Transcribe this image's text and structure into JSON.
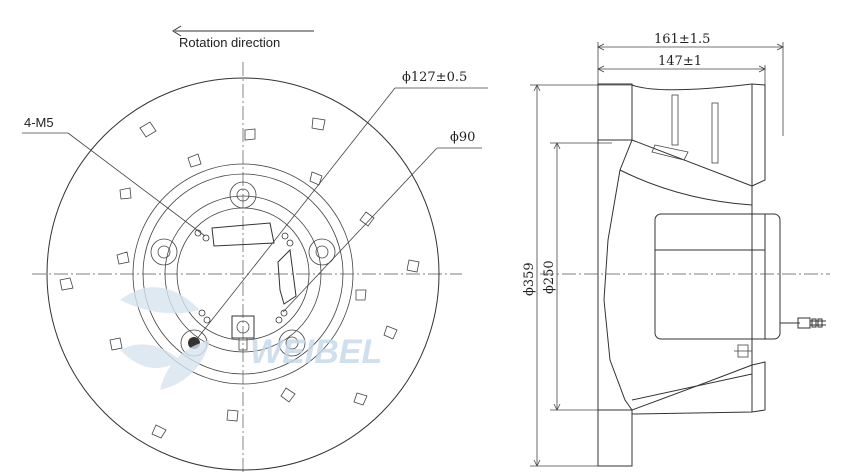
{
  "front_view": {
    "rotation_label": "Rotation direction",
    "mount_label": "4-M5",
    "dia_bolt_circle": "ϕ127±0.5",
    "dia_hub": "ϕ90"
  },
  "side_view": {
    "width_overall": "161±1.5",
    "width_body": "147±1",
    "dia_outer": "ϕ359",
    "dia_inlet": "ϕ250"
  },
  "watermark": "WEIBEL",
  "colors": {
    "line": "#333333",
    "watermark": "#cfe0f0"
  }
}
